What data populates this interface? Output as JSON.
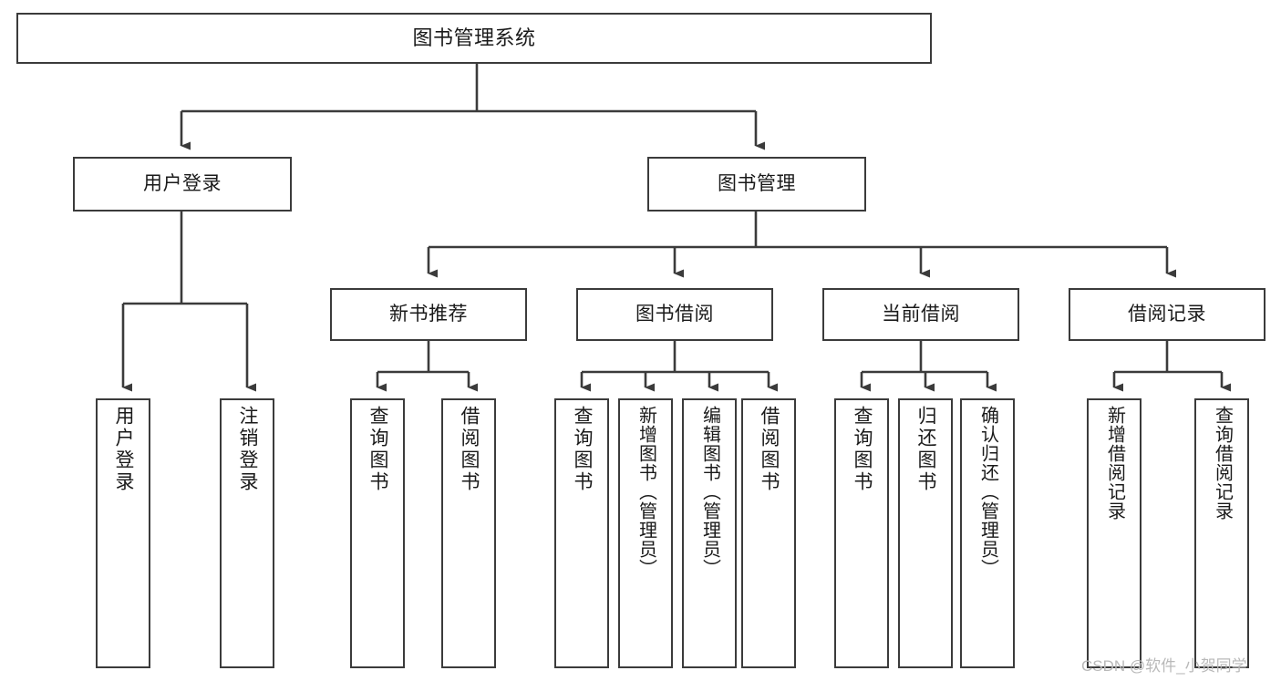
{
  "diagram": {
    "type": "tree",
    "title": "图书管理系统",
    "style": {
      "background": "#ffffff",
      "node_border": "#3b3b3b",
      "node_fill": "#ffffff",
      "edge_color": "#3b3b3b",
      "text_color": "#1a1a1a",
      "watermark_color": "#b9b9b9"
    },
    "root": {
      "label": "图书管理系统"
    },
    "level2": [
      {
        "label": "用户登录"
      },
      {
        "label": "图书管理"
      }
    ],
    "level3": [
      {
        "label": "新书推荐"
      },
      {
        "label": "图书借阅"
      },
      {
        "label": "当前借阅"
      },
      {
        "label": "借阅记录"
      }
    ],
    "leaves": {
      "user_login": [
        {
          "label": "用户登录"
        },
        {
          "label": "注销登录"
        }
      ],
      "new_book_recommend": [
        {
          "label": "查询图书"
        },
        {
          "label": "借阅图书"
        }
      ],
      "book_borrow": [
        {
          "label": "查询图书"
        },
        {
          "label": "新增图书（管理员）"
        },
        {
          "label": "编辑图书（管理员）"
        },
        {
          "label": "借阅图书"
        }
      ],
      "current_borrow": [
        {
          "label": "查询图书"
        },
        {
          "label": "归还图书"
        },
        {
          "label": "确认归还（管理员）"
        }
      ],
      "borrow_record": [
        {
          "label": "新增借阅记录"
        },
        {
          "label": "查询借阅记录"
        }
      ]
    }
  },
  "watermark": {
    "text": "CSDN @软件_小贺同学"
  }
}
